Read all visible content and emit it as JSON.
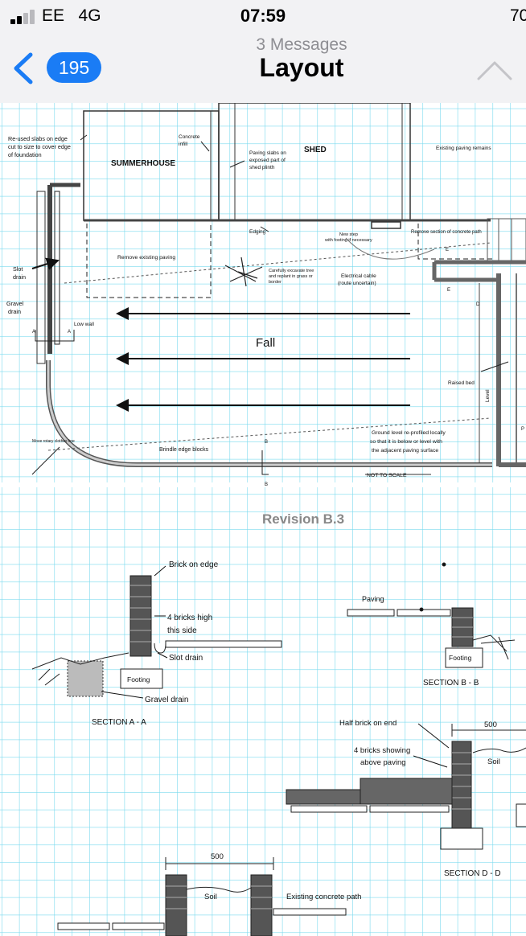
{
  "status_bar": {
    "carrier": "EE",
    "network": "4G",
    "time": "07:59",
    "battery": "70"
  },
  "nav": {
    "back_count": "195",
    "subtitle": "3 Messages",
    "title": "Layout"
  },
  "plan": {
    "labels": {
      "reused_slabs": [
        "Re-used slabs on edge",
        "cut to size to cover edge",
        "of foundation"
      ],
      "concrete_infill": [
        "Concrete",
        "infill"
      ],
      "paving_slabs": [
        "Paving slabs on",
        "exposed part of",
        "shed plinth"
      ],
      "shed": "SHED",
      "summerhouse": "SUMMERHOUSE",
      "existing_paving_remains": "Existing paving remains",
      "edging": "Edging",
      "new_step": [
        "New step",
        "with footing if necessary"
      ],
      "remove_concrete_path": "Remove section of concrete path",
      "remove_existing_paving": "Remove existing paving",
      "excavate_tree": [
        "Carefully excavate tree",
        "and replant in grass or",
        "border"
      ],
      "electrical_cable": [
        "Electrical cable",
        "(route uncertain)"
      ],
      "slot_drain": [
        "Slot",
        "drain"
      ],
      "gravel_drain": [
        "Gravel",
        "drain"
      ],
      "low_wall": "Low wall",
      "fall": "Fall",
      "raised_bed": "Raised  bed",
      "level": "Level",
      "move_rotary": "Move rotary clothes line",
      "ground_level": [
        "Ground level re-profiled locally",
        "so that it is below or level with",
        "the adjacent paving surface"
      ],
      "brindle": "Brindle edge blocks",
      "not_to_scale": "NOT TO SCALE",
      "mark_a": "A",
      "mark_b": "B",
      "mark_d": "D",
      "mark_e": "E",
      "mark_p": "P"
    }
  },
  "sections": {
    "revision": "Revision  B.3",
    "a": {
      "brick_on_edge": "Brick on edge",
      "four_bricks": [
        "4 bricks high",
        "this side"
      ],
      "slot_drain": "Slot drain",
      "footing": "Footing",
      "gravel_drain": "Gravel drain",
      "title": "SECTION  A - A"
    },
    "b": {
      "paving": "Paving",
      "footing": "Footing",
      "title": "SECTION   B - B"
    },
    "d": {
      "half_brick": "Half brick on end",
      "four_showing": [
        "4 bricks showing",
        "above paving"
      ],
      "dim": "500",
      "soil": "Soil",
      "title": "SECTION D - D"
    },
    "c": {
      "dim": "500",
      "soil": "Soil",
      "existing_path": "Existing concrete path"
    }
  }
}
